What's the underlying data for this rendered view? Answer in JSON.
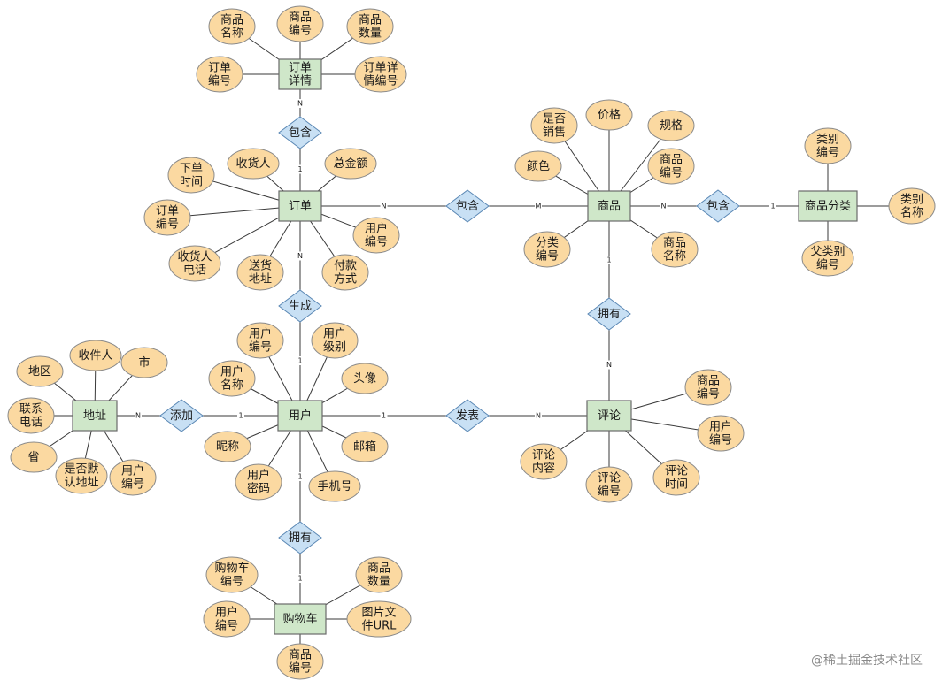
{
  "entities": {
    "order_detail": "订单\n详情",
    "order": "订单",
    "product": "商品",
    "category": "商品分类",
    "address": "地址",
    "user": "用户",
    "review": "评论",
    "cart": "购物车"
  },
  "relationships": {
    "contains_detail": "包含",
    "contains_product": "包含",
    "product_category": "包含",
    "generate": "生成",
    "owns_review": "拥有",
    "add": "添加",
    "publish": "发表",
    "owns_cart": "拥有"
  },
  "attributes": {
    "od_product_name": "商品\n名称",
    "od_product_no": "商品\n编号",
    "od_product_qty": "商品\n数量",
    "od_order_no": "订单\n编号",
    "od_detail_no": "订单详\n情编号",
    "o_order_time": "下单\n时间",
    "o_receiver": "收货人",
    "o_total": "总金额",
    "o_order_no": "订单\n编号",
    "o_user_no": "用户\n编号",
    "o_receiver_phone": "收货人\n电话",
    "o_address": "送货\n地址",
    "o_payment": "付款\n方式",
    "p_on_sale": "是否\n销售",
    "p_price": "价格",
    "p_spec": "规格",
    "p_color": "颜色",
    "p_no": "商品\n编号",
    "p_category_no": "分类\n编号",
    "p_name": "商品\n名称",
    "c_no": "类别\n编号",
    "c_name": "类别\n名称",
    "c_parent_no": "父类别\n编号",
    "a_region": "地区",
    "a_recipient": "收件人",
    "a_city": "市",
    "a_phone": "联系\n电话",
    "a_province": "省",
    "a_default": "是否默\n认地址",
    "a_user_no": "用户\n编号",
    "u_no": "用户\n编号",
    "u_level": "用户\n级别",
    "u_name": "用户\n名称",
    "u_avatar": "头像",
    "u_nickname": "昵称",
    "u_email": "邮箱",
    "u_password": "用户\n密码",
    "u_phone": "手机号",
    "r_product_no": "商品\n编号",
    "r_user_no": "用户\n编号",
    "r_content": "评论\n内容",
    "r_no": "评论\n编号",
    "r_time": "评论\n时间",
    "cart_no": "购物车\n编号",
    "cart_qty": "商品\n数量",
    "cart_user_no": "用户\n编号",
    "cart_image_url": "图片文\n件URL",
    "cart_product_no": "商品\n编号"
  },
  "cardinalities": {
    "od_rel": "N",
    "rel_order": "1",
    "order_rel": "N",
    "rel_product": "M",
    "product_rel": "N",
    "rel_category": "1",
    "order_gen": "N",
    "gen_user": "1",
    "product_own": "1",
    "own_review": "N",
    "address_add": "N",
    "add_user": "1",
    "user_pub": "1",
    "pub_review": "N",
    "user_cart_rel": "1",
    "cart_rel": "1"
  },
  "watermark": "@稀土掘金技术社区",
  "colors": {
    "entity_fill": "#cfe7c9",
    "attribute_fill": "#fbd9a1",
    "relationship_fill": "#c8e0f4"
  }
}
